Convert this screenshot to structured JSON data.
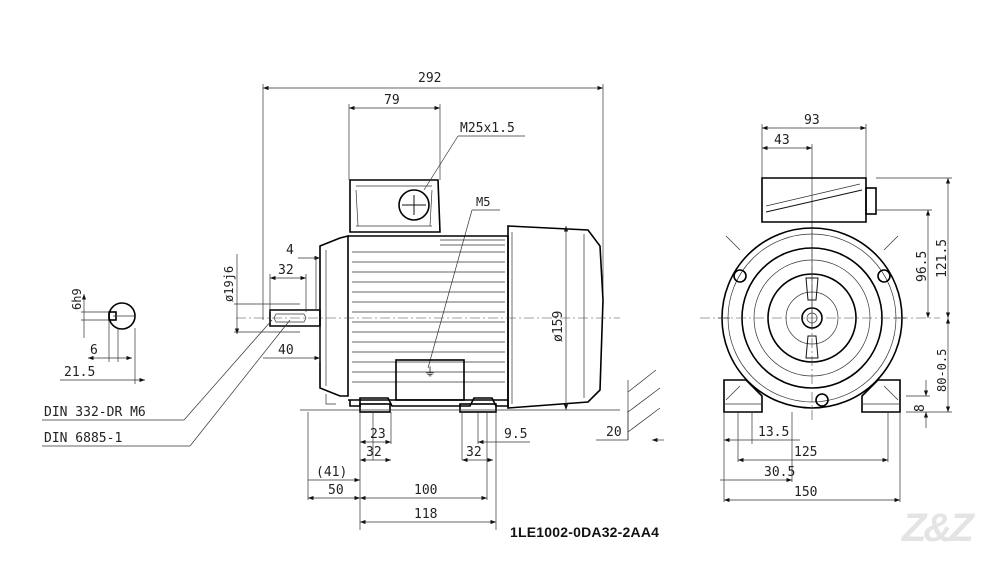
{
  "drawing": {
    "part_number": "1LE1002-0DA32-2AA4",
    "logo_text": "Z&Z"
  },
  "side_view": {
    "overall_length": "292",
    "terminal_box_width": "79",
    "cable_entry_thread": "M25x1.5",
    "ground_screw": "M5",
    "body_diameter": "ø159",
    "shaft_diameter": "ø19j6",
    "shaft_offset": "4",
    "key_length": "32",
    "shaft_length": "40",
    "foot_width": "23",
    "foot_hole_left": "32",
    "foot_hole_right": "32",
    "foot_offset": "9.5",
    "base_height": "20",
    "bracket_ref": "(41)",
    "front_to_hole": "50",
    "hole_spacing": "100",
    "foot_length": "118",
    "note_thread": "DIN 332-DR M6",
    "note_key": "DIN 6885-1"
  },
  "shaft_section": {
    "key_width": "6h9",
    "key_depth": "6",
    "shaft_height": "21.5"
  },
  "end_view": {
    "box_width": "93",
    "box_offset": "43",
    "box_center_height": "96.5",
    "box_top_height": "121.5",
    "shaft_height": "80-0.5",
    "foot_thickness": "8",
    "foot_slot": "13.5",
    "hole_span": "125",
    "foot_edge": "30.5",
    "base_width": "150"
  }
}
